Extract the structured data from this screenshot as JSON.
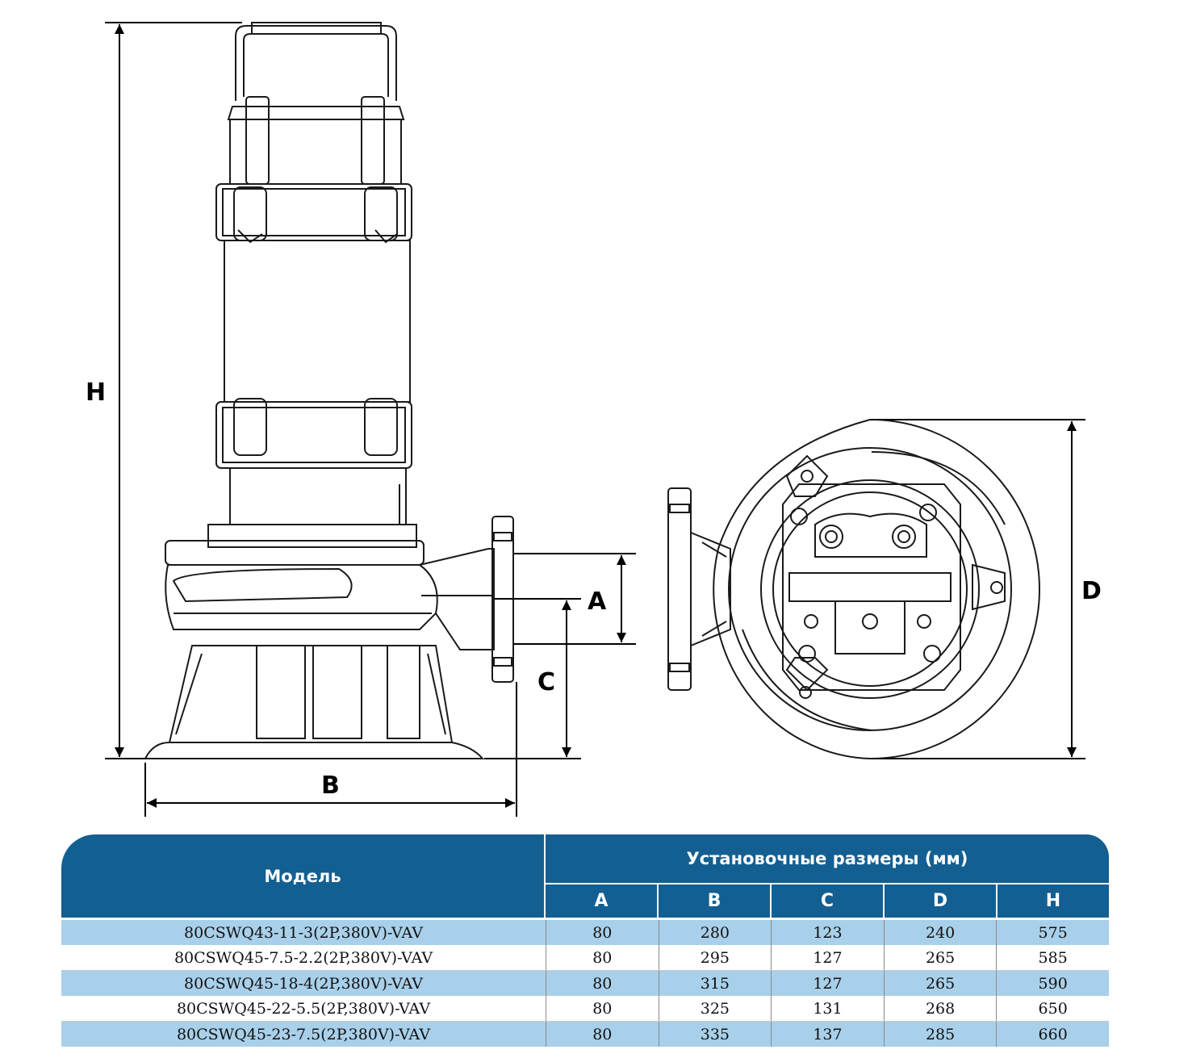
{
  "dimensions": {
    "H": "H",
    "A": "A",
    "B": "B",
    "C": "C",
    "D": "D"
  },
  "table": {
    "model_header": "Модель",
    "group_header": "Установочные размеры (мм)",
    "columns": [
      "A",
      "B",
      "C",
      "D",
      "H"
    ],
    "rows": [
      {
        "model": "80CSWQ43-11-3(2P,380V)-VAV",
        "values": [
          "80",
          "280",
          "123",
          "240",
          "575"
        ]
      },
      {
        "model": "80CSWQ45-7.5-2.2(2P,380V)-VAV",
        "values": [
          "80",
          "295",
          "127",
          "265",
          "585"
        ]
      },
      {
        "model": "80CSWQ45-18-4(2P,380V)-VAV",
        "values": [
          "80",
          "315",
          "127",
          "265",
          "590"
        ]
      },
      {
        "model": "80CSWQ45-22-5.5(2P,380V)-VAV",
        "values": [
          "80",
          "325",
          "131",
          "268",
          "650"
        ]
      },
      {
        "model": "80CSWQ45-23-7.5(2P,380V)-VAV",
        "values": [
          "80",
          "335",
          "137",
          "285",
          "660"
        ]
      }
    ]
  },
  "colors": {
    "header": "#135f92",
    "row_shade": "#a9d0ea"
  }
}
